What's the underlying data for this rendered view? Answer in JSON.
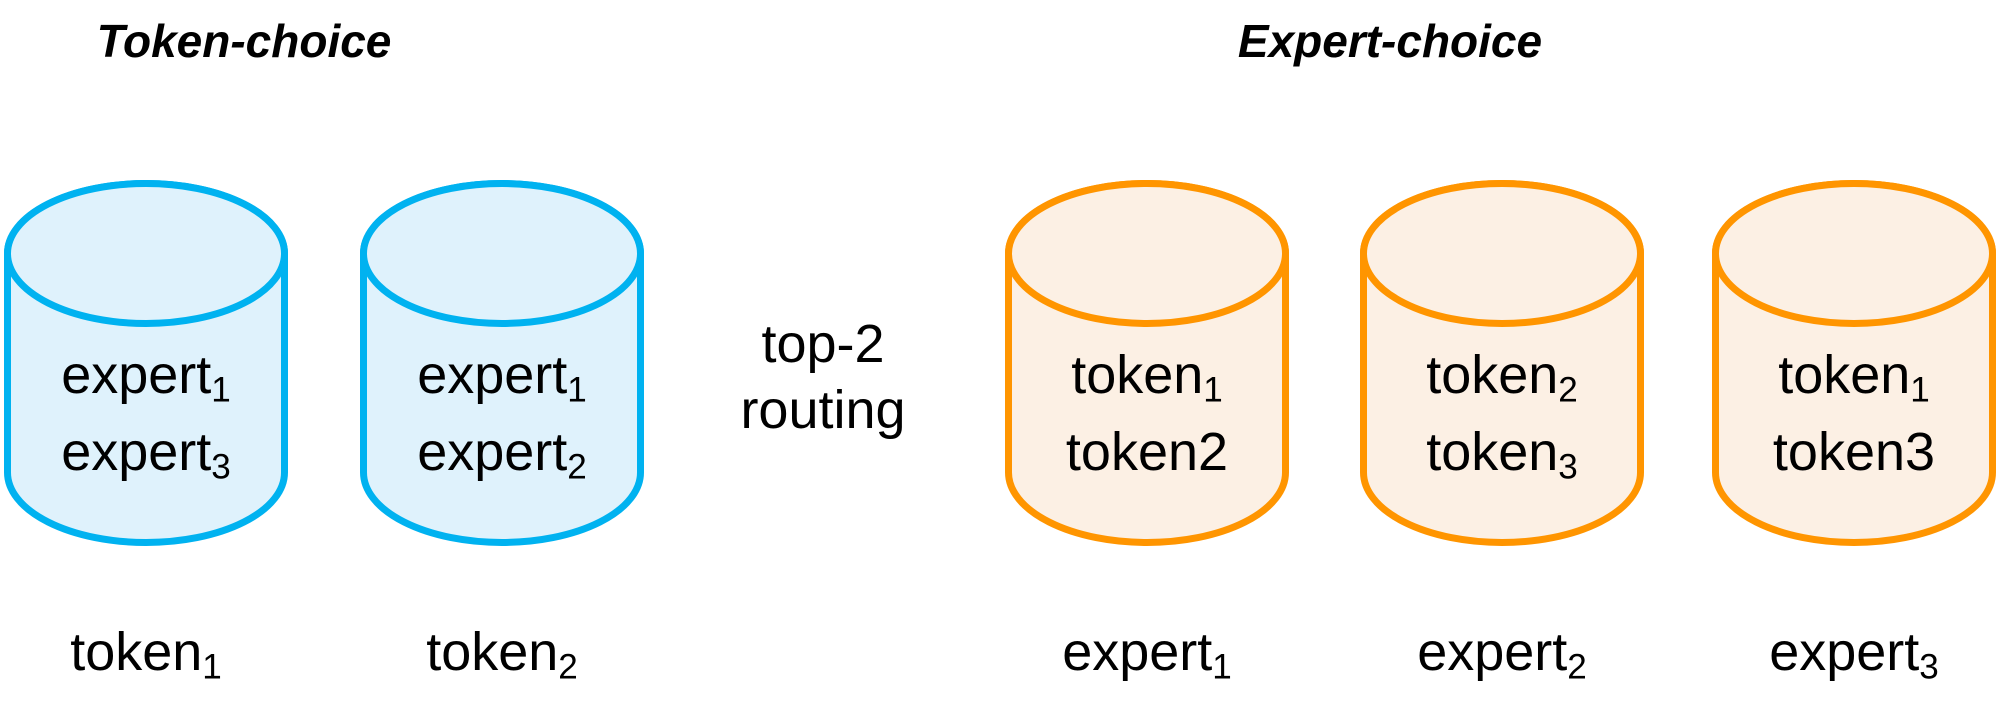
{
  "left": {
    "title": "Token-choice",
    "cylinders": [
      {
        "lines": [
          {
            "base": "expert",
            "sub": "1"
          },
          {
            "base": "expert",
            "sub": "3"
          }
        ],
        "label": {
          "base": "token",
          "sub": "1"
        }
      },
      {
        "lines": [
          {
            "base": "expert",
            "sub": "1"
          },
          {
            "base": "expert",
            "sub": "2"
          }
        ],
        "label": {
          "base": "token",
          "sub": "2"
        }
      }
    ]
  },
  "center": {
    "line1": "top-2",
    "line2": "routing"
  },
  "right": {
    "title": "Expert-choice",
    "cylinders": [
      {
        "lines": [
          {
            "base": "token",
            "sub": "1"
          },
          {
            "base": "token2",
            "sub": ""
          }
        ],
        "label": {
          "base": "expert",
          "sub": "1"
        }
      },
      {
        "lines": [
          {
            "base": "token",
            "sub": "2"
          },
          {
            "base": "token",
            "sub": "3"
          }
        ],
        "label": {
          "base": "expert",
          "sub": "2"
        }
      },
      {
        "lines": [
          {
            "base": "token",
            "sub": "1"
          },
          {
            "base": "token3",
            "sub": ""
          }
        ],
        "label": {
          "base": "expert",
          "sub": "3"
        }
      }
    ]
  },
  "colors": {
    "blue-stroke": "#00B2F0",
    "blue-fill": "#DFF2FC",
    "orange-stroke": "#FF9500",
    "orange-fill": "#FCF0E4",
    "text": "#000000",
    "background": "#FFFFFF"
  }
}
